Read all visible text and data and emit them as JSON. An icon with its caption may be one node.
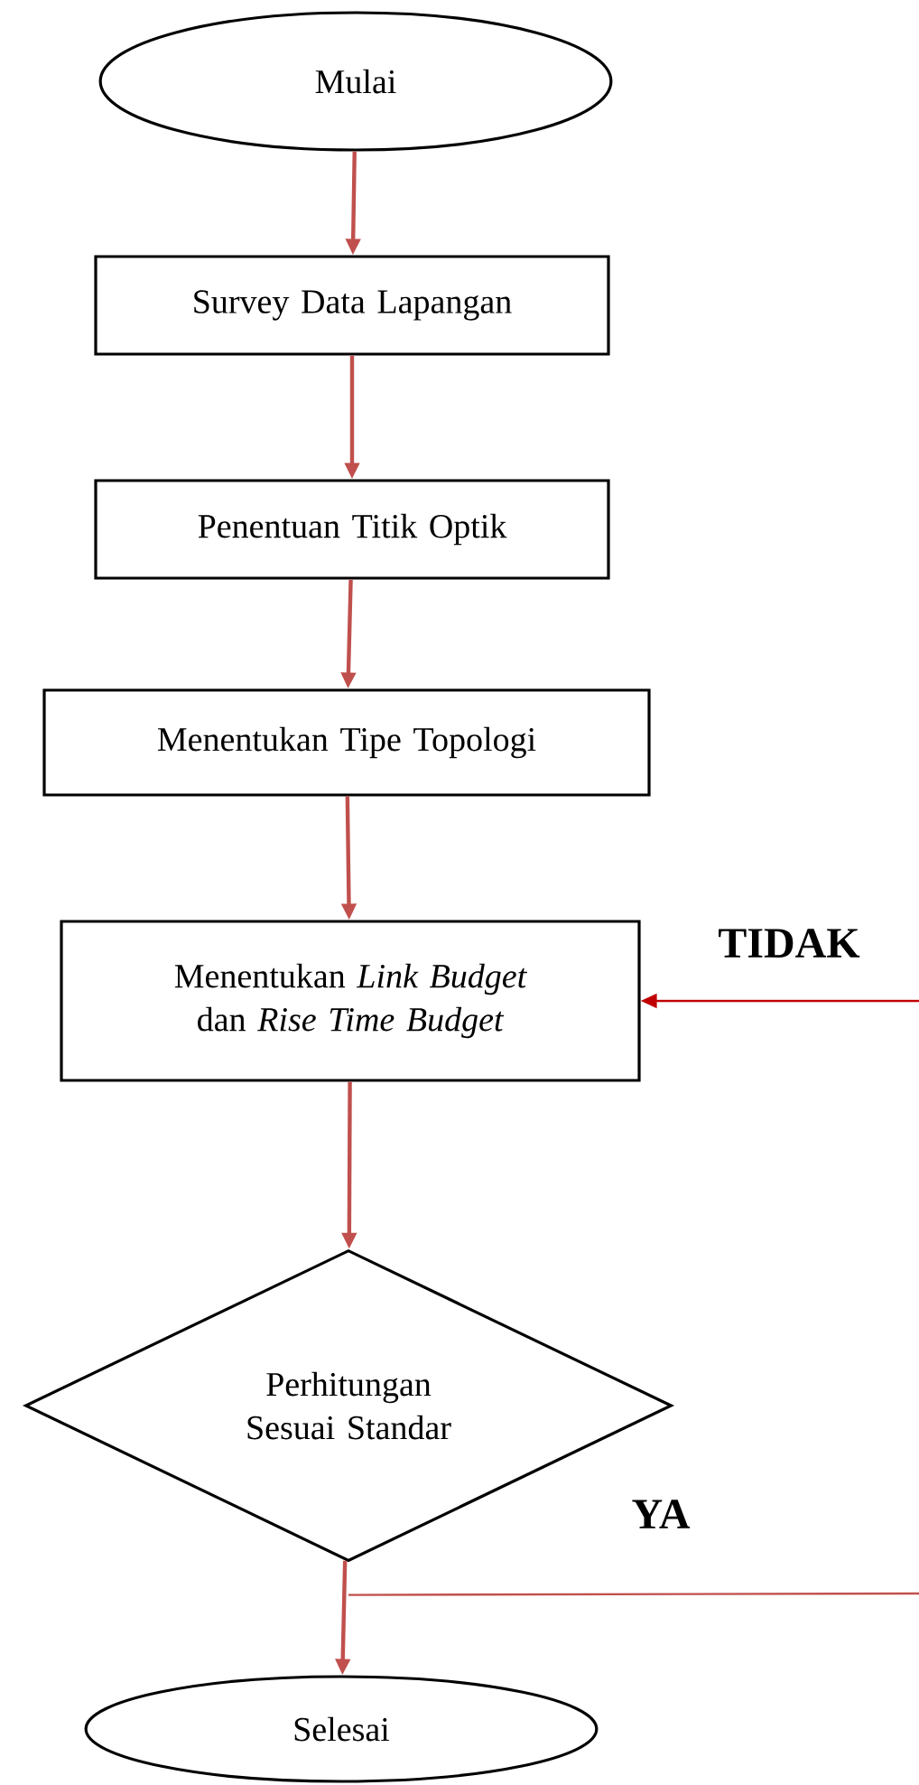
{
  "diagram": {
    "nodes": [
      {
        "text": [
          "Mulai"
        ]
      },
      {
        "text": [
          "Survey Data Lapangan"
        ]
      },
      {
        "text": [
          "Penentuan Titik Optik"
        ]
      },
      {
        "text": [
          "Menentukan Tipe Topologi"
        ]
      },
      {
        "text": [
          "Menentukan *Link Budget* dan *Rise Time Budget*"
        ]
      },
      {
        "text": [
          "Perhitungan Sesuai Standar"
        ]
      },
      {
        "text": [
          "Selesai"
        ]
      }
    ],
    "edges": [
      {
        "from": 0,
        "to": 1,
        "arrow": "to"
      },
      {
        "from": 1,
        "to": 2,
        "arrow": "to"
      },
      {
        "from": 2,
        "to": 3,
        "arrow": "to"
      },
      {
        "from": 3,
        "to": 4,
        "arrow": "to"
      },
      {
        "from": 4,
        "to": 5,
        "arrow": "to"
      },
      {
        "from": 5,
        "to": 6,
        "arrow": "to"
      },
      {
        "from": null,
        "to": 4,
        "arrow": "to",
        "color": "#c00000"
      },
      {
        "from": 5,
        "to": null,
        "arrow": "none"
      }
    ],
    "labels": [
      "TIDAK",
      "YA"
    ]
  }
}
